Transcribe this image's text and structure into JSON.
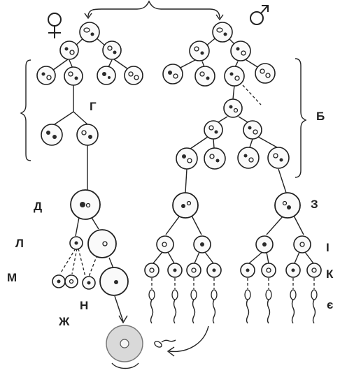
{
  "symbols": {
    "female": "♀",
    "male": "♂"
  },
  "labels": {
    "g": "Г",
    "b": "Б",
    "d": "Д",
    "z": "З",
    "l": "Л",
    "m": "М",
    "i": "І",
    "k": "К",
    "n": "Н",
    "zh": "Ж",
    "ye": "є"
  }
}
